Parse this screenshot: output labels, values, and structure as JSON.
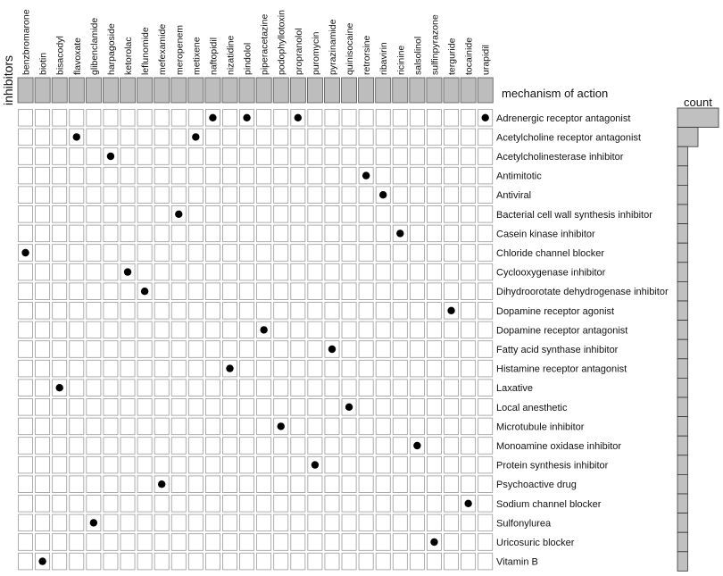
{
  "chart_data": {
    "type": "table",
    "row_axis_label": "inhibitors",
    "column_axis_label": "mechanism of action",
    "count_label": "count",
    "inhibitors": [
      "benzbromarone",
      "biotin",
      "bisacodyl",
      "flavoxate",
      "glibenclamide",
      "harpagoside",
      "ketorolac",
      "leflunomide",
      "mefexamide",
      "meropenem",
      "metixene",
      "naftopidil",
      "nizatidine",
      "pindolol",
      "piperacetazine",
      "podophyllotoxin",
      "propranolol",
      "puromycin",
      "pyrazinamide",
      "quinisocaine",
      "retrorsine",
      "ribavirin",
      "ricinine",
      "salsolinol",
      "sulfinpyrazone",
      "terguride",
      "tocainide",
      "urapidil"
    ],
    "mechanisms": [
      "Adrenergic receptor antagonist",
      "Acetylcholine receptor antagonist",
      "Acetylcholinesterase inhibitor",
      "Antimitotic",
      "Antiviral",
      "Bacterial cell wall synthesis inhibitor",
      "Casein kinase inhibitor",
      "Chloride channel blocker",
      "Cyclooxygenase inhibitor",
      "Dihydroorotate dehydrogenase inhibitor",
      "Dopamine receptor agonist",
      "Dopamine receptor antagonist",
      "Fatty acid synthase inhibitor",
      "Histamine receptor antagonist",
      "Laxative",
      "Local anesthetic",
      "Microtubule inhibitor",
      "Monoamine oxidase inhibitor",
      "Protein synthesis inhibitor",
      "Psychoactive drug",
      "Sodium channel blocker",
      "Sulfonylurea",
      "Uricosuric blocker",
      "Vitamin B"
    ],
    "assignments": [
      {
        "mechanism": "Adrenergic receptor antagonist",
        "inhibitors": [
          "naftopidil",
          "pindolol",
          "propranolol",
          "urapidil"
        ]
      },
      {
        "mechanism": "Acetylcholine receptor antagonist",
        "inhibitors": [
          "flavoxate",
          "metixene"
        ]
      },
      {
        "mechanism": "Acetylcholinesterase inhibitor",
        "inhibitors": [
          "harpagoside"
        ]
      },
      {
        "mechanism": "Antimitotic",
        "inhibitors": [
          "retrorsine"
        ]
      },
      {
        "mechanism": "Antiviral",
        "inhibitors": [
          "ribavirin"
        ]
      },
      {
        "mechanism": "Bacterial cell wall synthesis inhibitor",
        "inhibitors": [
          "meropenem"
        ]
      },
      {
        "mechanism": "Casein kinase inhibitor",
        "inhibitors": [
          "ricinine"
        ]
      },
      {
        "mechanism": "Chloride channel blocker",
        "inhibitors": [
          "benzbromarone"
        ]
      },
      {
        "mechanism": "Cyclooxygenase inhibitor",
        "inhibitors": [
          "ketorolac"
        ]
      },
      {
        "mechanism": "Dihydroorotate dehydrogenase inhibitor",
        "inhibitors": [
          "leflunomide"
        ]
      },
      {
        "mechanism": "Dopamine receptor agonist",
        "inhibitors": [
          "terguride"
        ]
      },
      {
        "mechanism": "Dopamine receptor antagonist",
        "inhibitors": [
          "piperacetazine"
        ]
      },
      {
        "mechanism": "Fatty acid synthase inhibitor",
        "inhibitors": [
          "pyrazinamide"
        ]
      },
      {
        "mechanism": "Histamine receptor antagonist",
        "inhibitors": [
          "nizatidine"
        ]
      },
      {
        "mechanism": "Laxative",
        "inhibitors": [
          "bisacodyl"
        ]
      },
      {
        "mechanism": "Local anesthetic",
        "inhibitors": [
          "quinisocaine"
        ]
      },
      {
        "mechanism": "Microtubule inhibitor",
        "inhibitors": [
          "podophyllotoxin"
        ]
      },
      {
        "mechanism": "Monoamine oxidase inhibitor",
        "inhibitors": [
          "salsolinol"
        ]
      },
      {
        "mechanism": "Protein synthesis inhibitor",
        "inhibitors": [
          "puromycin"
        ]
      },
      {
        "mechanism": "Psychoactive drug",
        "inhibitors": [
          "mefexamide"
        ]
      },
      {
        "mechanism": "Sodium channel blocker",
        "inhibitors": [
          "tocainide"
        ]
      },
      {
        "mechanism": "Sulfonylurea",
        "inhibitors": [
          "glibenclamide"
        ]
      },
      {
        "mechanism": "Uricosuric blocker",
        "inhibitors": [
          "sulfinpyrazone"
        ]
      },
      {
        "mechanism": "Vitamin B",
        "inhibitors": [
          "biotin"
        ]
      }
    ],
    "counts": [
      4,
      2,
      1,
      1,
      1,
      1,
      1,
      1,
      1,
      1,
      1,
      1,
      1,
      1,
      1,
      1,
      1,
      1,
      1,
      1,
      1,
      1,
      1,
      1
    ],
    "colors": {
      "cell_fill": "#ffffff",
      "cell_stroke": "#999999",
      "header_fill": "#bdbdbd",
      "bar_fill": "#c0c0c0",
      "dot": "#000000"
    }
  }
}
